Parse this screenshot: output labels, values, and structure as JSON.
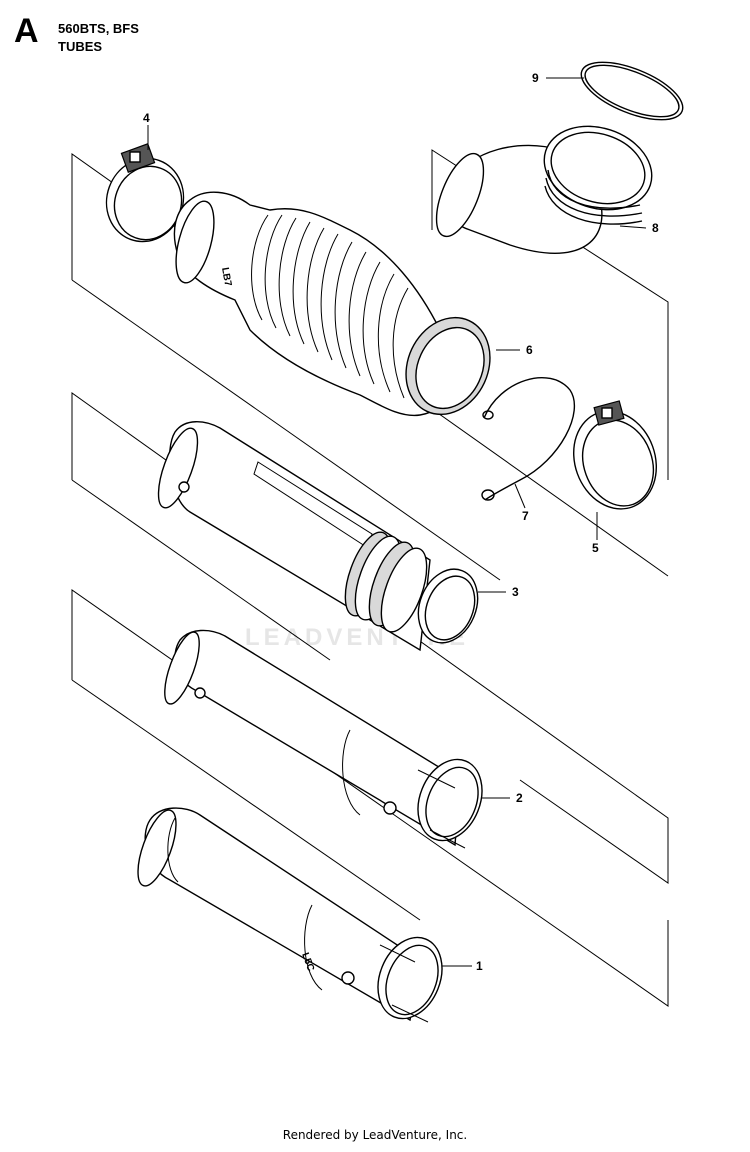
{
  "header": {
    "letter": "A",
    "model": "560BTS, BFS",
    "title": "TUBES"
  },
  "watermark": "LEADVENTURE",
  "tube_marks": {
    "part_6": "LB7",
    "part_1": "L5C"
  },
  "callouts": [
    {
      "id": "c9",
      "number": "9"
    },
    {
      "id": "c8",
      "number": "8"
    },
    {
      "id": "c4",
      "number": "4"
    },
    {
      "id": "c6",
      "number": "6"
    },
    {
      "id": "c7",
      "number": "7"
    },
    {
      "id": "c5",
      "number": "5"
    },
    {
      "id": "c3",
      "number": "3"
    },
    {
      "id": "c2",
      "number": "2"
    },
    {
      "id": "c1",
      "number": "1"
    }
  ],
  "footer": "Rendered by LeadVenture, Inc."
}
